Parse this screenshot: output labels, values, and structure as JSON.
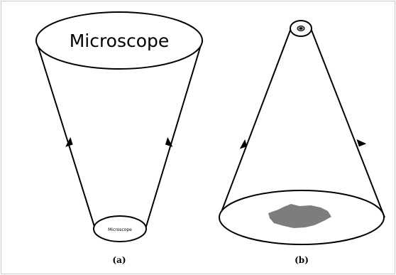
{
  "panel_a": {
    "label": "(a)",
    "large_text": "Microscope",
    "small_text": "Microscope"
  },
  "panel_b": {
    "label": "(b)"
  },
  "colors": {
    "frame": "#c8c8c8",
    "stroke": "#000000",
    "blob": "#7d7d7d"
  }
}
